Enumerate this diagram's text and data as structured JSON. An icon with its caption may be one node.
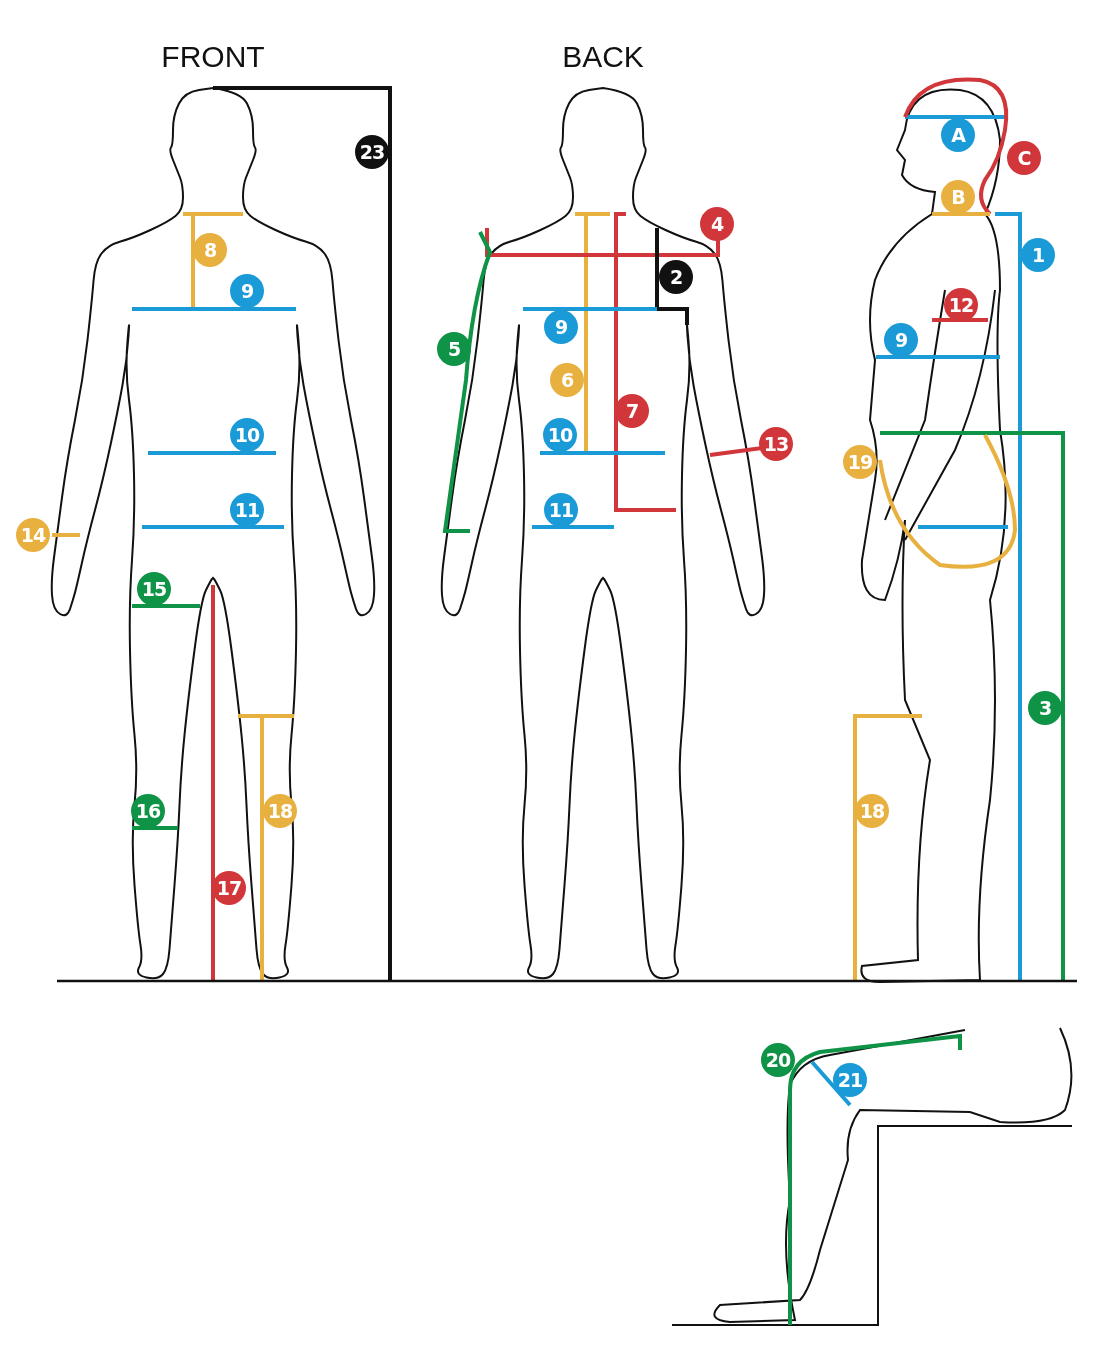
{
  "diagram": {
    "labels": [
      "FRONT",
      "BACK",
      "A",
      "23",
      "C",
      "B",
      "4",
      "8",
      "1",
      "2",
      "9",
      "12",
      "9",
      "9",
      "5",
      "6",
      "7",
      "10",
      "10",
      "13",
      "19",
      "11",
      "11",
      "14",
      "15",
      "3",
      "16",
      "18",
      "18",
      "17",
      "20",
      "21"
    ]
  }
}
